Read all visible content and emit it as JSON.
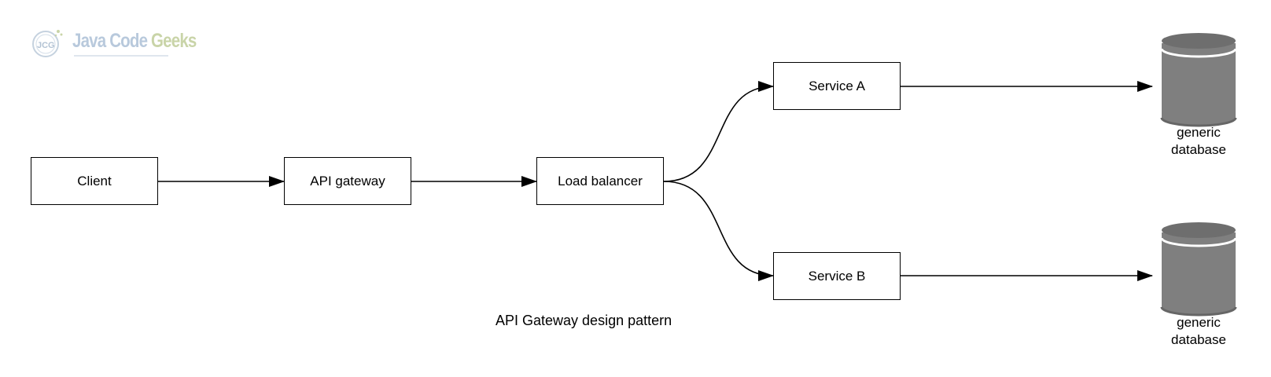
{
  "logo": {
    "text_main": "Java Code",
    "text_accent": "Geeks",
    "badge": "JCG"
  },
  "nodes": {
    "client": "Client",
    "gateway": "API gateway",
    "balancer": "Load balancer",
    "service_a": "Service A",
    "service_b": "Service B"
  },
  "databases": [
    {
      "line1": "generic",
      "line2": "database"
    },
    {
      "line1": "generic",
      "line2": "database"
    }
  ],
  "caption": "API Gateway design pattern",
  "colors": {
    "database_fill": "#7f7f7f",
    "database_rim": "#666666",
    "stroke": "#000000",
    "logo_text": "#b8c9dc"
  }
}
